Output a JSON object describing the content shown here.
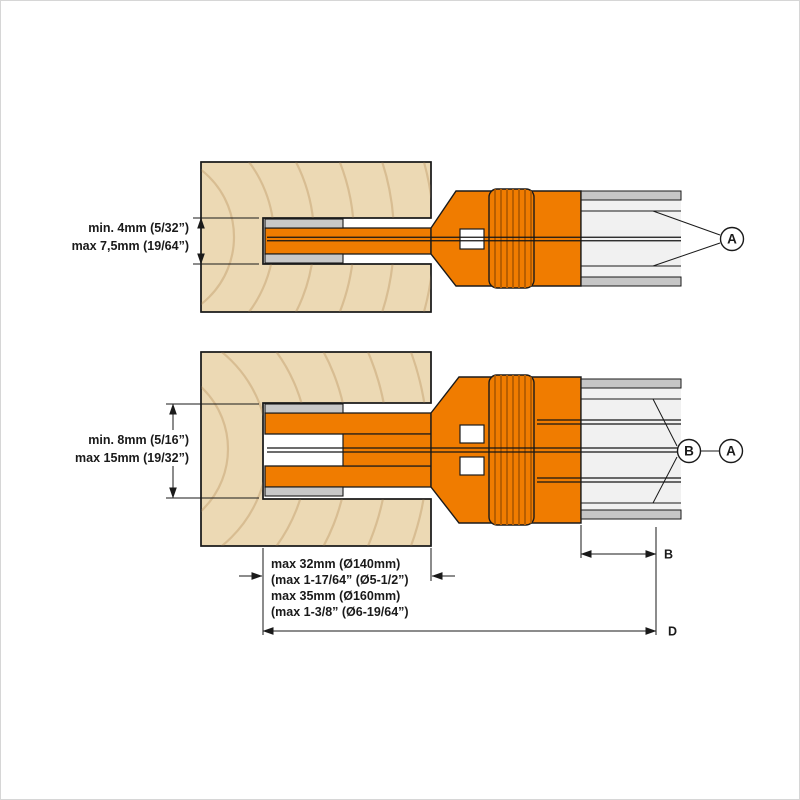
{
  "figure": {
    "top_view": {
      "dim_min": "min. 4mm (5/32”)",
      "dim_max": "max 7,5mm (19/64”)",
      "marker_a": "A"
    },
    "bottom_view": {
      "dim_min": "min. 8mm (5/16”)",
      "dim_max": "max 15mm (19/32”)",
      "marker_b": "B",
      "marker_a": "A"
    },
    "footer": {
      "line1": "max 32mm (Ø140mm)",
      "line2": "(max 1-17/64” (Ø5-1/2”)",
      "line3": "max 35mm (Ø160mm)",
      "line4": "(max 1-3/8” (Ø6-19/64”)",
      "marker_b": "B",
      "marker_d": "D"
    },
    "colors": {
      "tool_orange": "#f07c00",
      "hub_stripe": "#b85e00",
      "wood": "#ecd9b4",
      "wood_grain": "#d8bd92",
      "insert_gray": "#c8c8c8",
      "shaft_fill": "#f1f1f1",
      "shaft_band": "#c6c6c6",
      "line": "#1a1a1a"
    }
  }
}
